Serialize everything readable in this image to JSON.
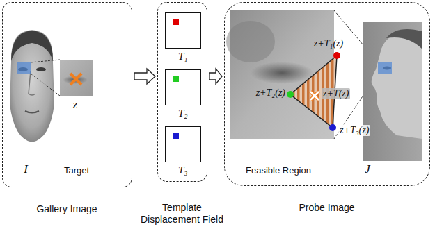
{
  "diagram": {
    "nodes": [
      {
        "text": [
          "Gallery Image"
        ]
      },
      {
        "text": [
          "Template Displacement Field"
        ]
      },
      {
        "text": [
          "T₁"
        ],
        "in": 1
      },
      {
        "text": [
          "T₂"
        ],
        "in": 1
      },
      {
        "text": [
          "T₃"
        ],
        "in": 1
      },
      {
        "text": [
          "Probe Image"
        ]
      }
    ],
    "edges": [
      {
        "from": 0,
        "to": 1,
        "arrow": "to"
      },
      {
        "from": 1,
        "to": 5,
        "arrow": "to"
      }
    ],
    "labels": [
      "I",
      "Target",
      "z",
      "Feasible Region",
      "J",
      "z+T₁(z)",
      "z+T₂(z)",
      "z+T(z)",
      "z+T₃(z)"
    ]
  }
}
